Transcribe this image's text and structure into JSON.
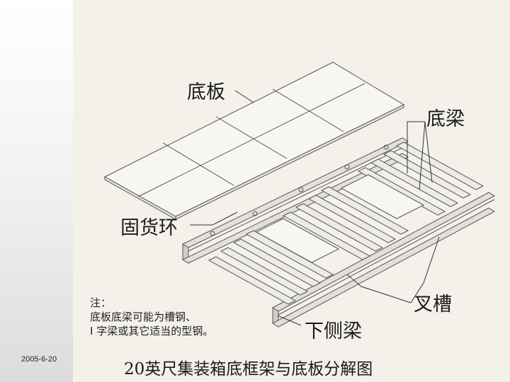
{
  "labels": {
    "floor": "底板",
    "bottom_beam": "底梁",
    "cargo_ring": "固货环",
    "fork_pocket": "叉槽",
    "lower_side_beam": "下侧梁"
  },
  "note": {
    "heading": "注：",
    "line1": "底板底梁可能为槽钢、",
    "line2": "I 字梁或其它适当的型钢。"
  },
  "title": "20英尺集装箱底框架与底板分解图",
  "date": "2005-6-20"
}
